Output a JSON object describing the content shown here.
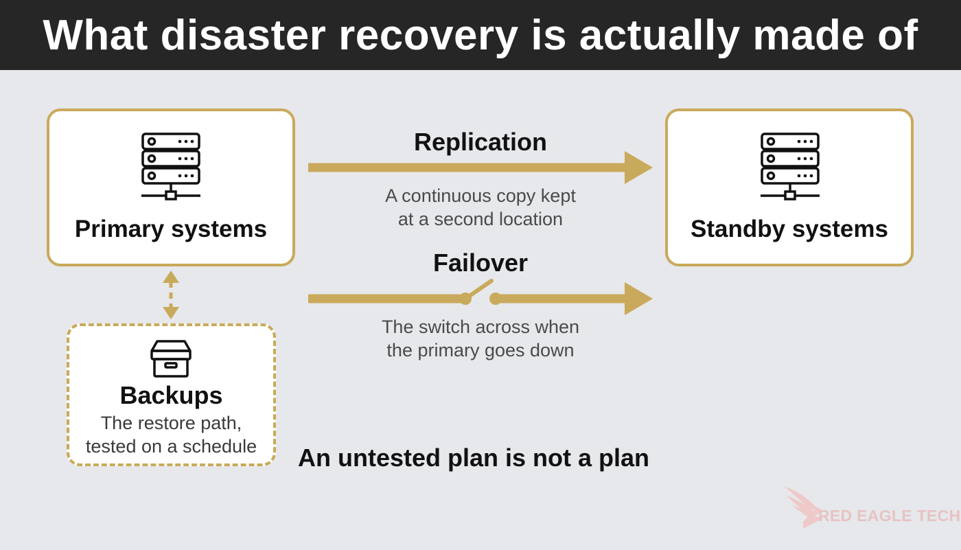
{
  "title": "What disaster recovery is actually made of",
  "primary": {
    "label": "Primary systems",
    "icon": "server-icon"
  },
  "standby": {
    "label": "Standby systems",
    "icon": "server-icon"
  },
  "replication": {
    "label": "Replication",
    "description_lines": [
      "A continuous copy kept",
      "at a second location"
    ]
  },
  "failover": {
    "label": "Failover",
    "description_lines": [
      "The switch across when",
      "the primary goes down"
    ]
  },
  "backups": {
    "label": "Backups",
    "icon": "archive-box-icon",
    "description_lines": [
      "The restore path,",
      "tested on a schedule"
    ]
  },
  "footer_note": "An untested plan is not a plan",
  "logo": {
    "text": "RED EAGLE TECH",
    "icon": "eagle-logo-icon"
  },
  "colors": {
    "title_bar": "#262626",
    "background": "#e6e8eb",
    "accent_gold": "#c9a95b",
    "logo": "#e7c3c3"
  }
}
